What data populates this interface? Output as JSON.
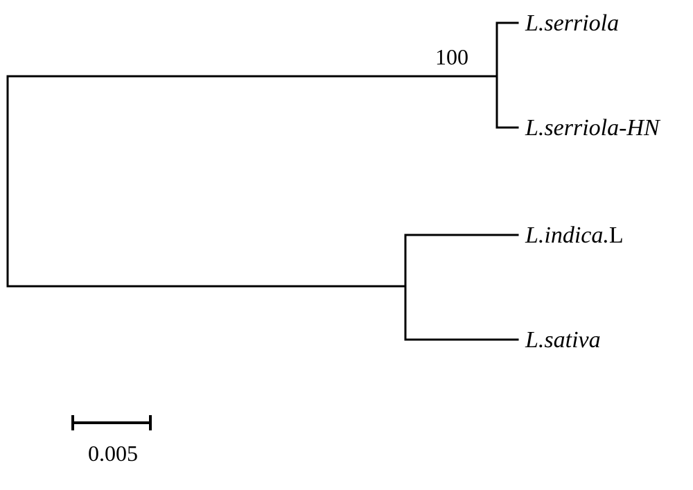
{
  "taxa": {
    "t1": {
      "italic": "L.serriola",
      "plain": ""
    },
    "t2": {
      "italic": "L.serriola-HN",
      "plain": ""
    },
    "t3": {
      "italic": "L.indica.",
      "plain": "L"
    },
    "t4": {
      "italic": "L.sativa",
      "plain": ""
    }
  },
  "support": {
    "clade_serriola": "100"
  },
  "scale_bar": {
    "label": "0.005"
  }
}
